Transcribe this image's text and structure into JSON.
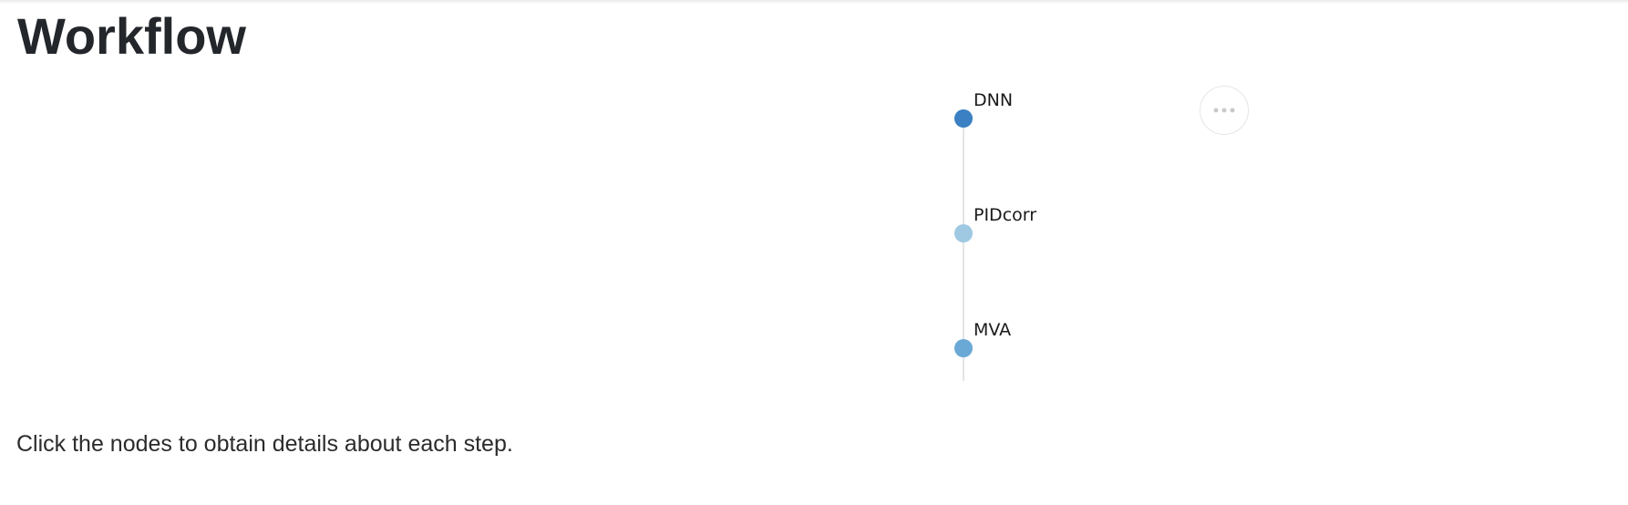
{
  "page": {
    "title": "Workflow",
    "hint": "Click the nodes to obtain details about each step."
  },
  "workflow": {
    "nodes": [
      {
        "label": "DNN",
        "color": "#3a80c2"
      },
      {
        "label": "PIDcorr",
        "color": "#9fc8e2"
      },
      {
        "label": "MVA",
        "color": "#6aa9d6"
      }
    ],
    "more_button_icon": "ellipsis-icon"
  },
  "colors": {
    "edge": "#e4e4e4",
    "title": "#23262b"
  }
}
